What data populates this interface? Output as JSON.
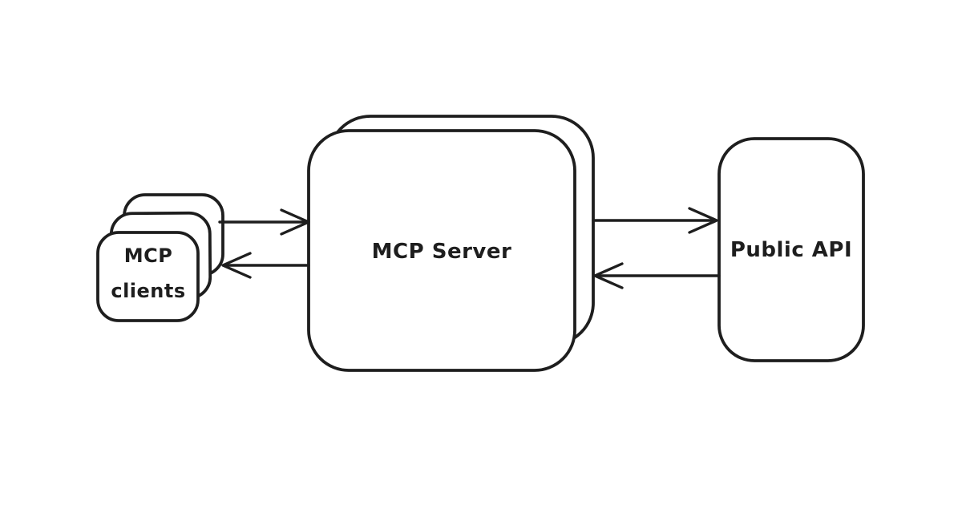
{
  "diagram": {
    "background": "#ffffff",
    "stroke_color": "#1e1e1e",
    "style": "hand-drawn sketch",
    "nodes": {
      "mcp_clients": {
        "label_line1": "MCP",
        "label_line2": "clients",
        "shape": "stack-of-3-rounded-cards"
      },
      "mcp_server": {
        "label": "MCP Server",
        "shape": "stack-of-2-rounded-rects"
      },
      "public_api": {
        "label": "Public API",
        "shape": "rounded-rect"
      }
    },
    "edges": [
      {
        "from": "mcp_clients",
        "to": "mcp_server",
        "direction": "right"
      },
      {
        "from": "mcp_server",
        "to": "mcp_clients",
        "direction": "left"
      },
      {
        "from": "mcp_server",
        "to": "public_api",
        "direction": "right"
      },
      {
        "from": "public_api",
        "to": "mcp_server",
        "direction": "left"
      }
    ]
  }
}
